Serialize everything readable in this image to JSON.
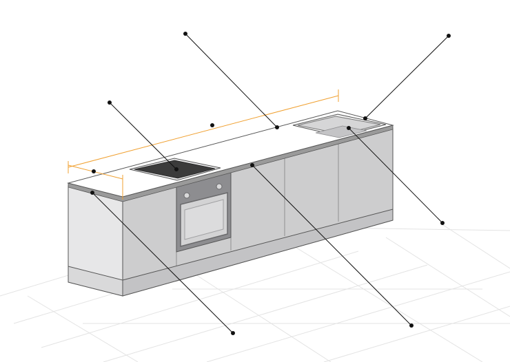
{
  "diagram": {
    "subject": "kitchen-counter-unit",
    "colors": {
      "background": "#ffffff",
      "floor_grid": "#e3e3e3",
      "countertop": "#ffffff",
      "countertop_edge": "#9a9a9a",
      "cabinet_front": "#cdcdce",
      "cabinet_side": "#e7e7e8",
      "plinth": "#c3c3c5",
      "outline": "#555555",
      "hob": "#3b3b3b",
      "oven": "#8d8d90",
      "oven_glass": "#d3d3d4",
      "sink": "#d6d6d7",
      "dimension": "#f0a030",
      "leader": "#111111"
    },
    "parts": [
      {
        "name": "countertop",
        "label": ""
      },
      {
        "name": "hob",
        "label": ""
      },
      {
        "name": "oven",
        "label": ""
      },
      {
        "name": "sink",
        "label": ""
      },
      {
        "name": "cabinet-fronts",
        "label": ""
      },
      {
        "name": "plinth",
        "label": ""
      },
      {
        "name": "worktop-edge",
        "label": ""
      }
    ],
    "dimension_lines": [
      {
        "name": "length-dimension",
        "label": ""
      },
      {
        "name": "depth-dimension",
        "label": ""
      }
    ],
    "callouts": [
      {
        "name": "callout-hob",
        "target": "hob"
      },
      {
        "name": "callout-countertop",
        "target": "countertop"
      },
      {
        "name": "callout-sink-rim",
        "target": "sink"
      },
      {
        "name": "callout-sink-basin",
        "target": "sink"
      },
      {
        "name": "callout-worktop-front",
        "target": "worktop-edge"
      },
      {
        "name": "callout-end-panel",
        "target": "cabinet-side"
      }
    ]
  }
}
